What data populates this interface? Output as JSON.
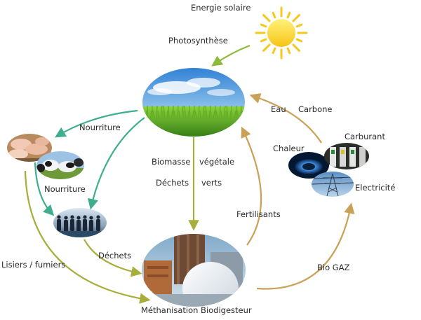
{
  "labels": {
    "sun": "Energie solaire",
    "photosynthesis": "Photosynthèse",
    "water": "Eau",
    "carbon": "Carbone",
    "food_1": "Nourriture",
    "food_2": "Nourriture",
    "biomass_1": "Biomasse",
    "biomass_2": "végétale",
    "waste_1": "Déchets",
    "waste_2": "verts",
    "heat": "Chaleur",
    "fuel": "Carburant",
    "electricity": "Electricité",
    "fertilizers": "Fertilisants",
    "manure": "Lisiers / fumiers",
    "waste_people": "Déchets",
    "biogas": "Bio GAZ",
    "digester": "Méthanisation Biodigesteur"
  },
  "colors": {
    "green_arrow": "#8dbb3c",
    "teal_arrow": "#3fae8f",
    "tan_arrow": "#c9a257",
    "olive_arrow": "#a8ae3c",
    "sun": "#f7c81c"
  }
}
